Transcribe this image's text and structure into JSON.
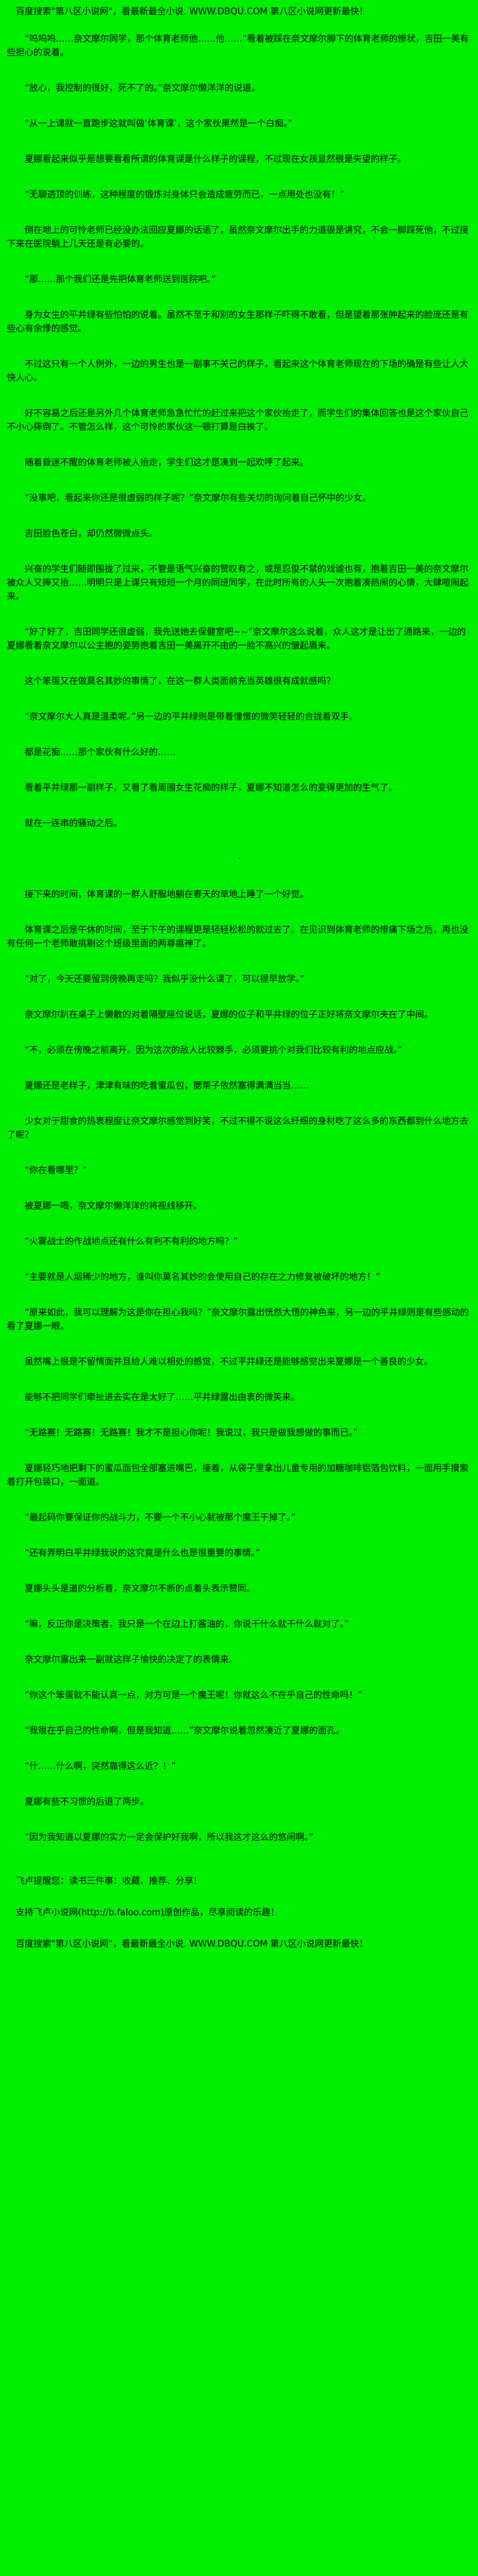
{
  "page": {
    "bg_color": "#00ee00",
    "text_color": "#000000"
  },
  "header": {
    "promo": "百度搜索\"第八区小说网\"，看最新最全小说. WWW.DBQU.COM  第八区小说网更新最快！"
  },
  "content": {
    "paragraphs": [
      "“呜呜呜……奈文摩尔同学，那个体育老师他……他……”看着被踩在奈文摩尔脚下的体育老师的惨状，吉田一美有些担心的说着。",
      "“放心，我控制的很好，死不了的。”奈文摩尔懒洋洋的说道。",
      "“从一上课就一直跑步这就叫做‘体育课’，这个家伙果然是一个白痴。”",
      "夏娜看起来似乎是想要看看所谓的体育课是什么样子的课程，不过现在女孩显然很是失望的样子。",
      "“无聊透顶的训练，这种程度的锻炼对身体只会造成疲劳而已，一点用处也没有！”",
      "倒在地上的可怜老师已经没办法回应夏娜的话语了，虽然奈文摩尔出手的力道很是讲究，不会一脚踩死他，不过接下来在医院躺上几天还是有必要的。",
      "“那……那个我们还是先把体育老师送到医院吧。”",
      "身为女生的平井绿有些怕怕的说着。虽然不至于和别的女生那样子吓得不敢看，但是望着那张肿起来的脸庞还是有些心有余悸的感觉。",
      "不过这只有一个人例外，一边的男生也是一副事不关己的样子，看起来这个体育老师现在的下场的确是有些让人大快人心。",
      "好不容易之后还是另外几个体育老师急急忙忙的赶过来把这个家伙抬走了，而学生们的集体回答也是这个家伙自己不小心摔倒了。不管怎么样，这个可怜的家伙这一顿打算是白挨了。",
      "随着昏迷不醒的体育老师被人抬走，学生们这才是凑到一起欢呼了起来。",
      "“没事吧，看起来你还是很虚弱的样子呢？”奈文摩尔有些关切的询问着自己怀中的少女。",
      "吉田脸色苍白，却仍然微微点头。",
      "兴奋的学生们随即围拢了过来，不管是语气兴奋的赞叹有之，或是忍俊不禁的戏谑也有，抱着吉田一美的奈文摩尔被众人又捧又抬……明明只是上课只有短短一个月的同班同学，在此时所有的人头一次抱着凑热闹的心情，大肆喧闹起来。",
      "“好了好了，吉田同学还很虚弱，我先送她去保健室吧~~”奈文摩尔这么说着，众人这才是让出了通路来，一边的夏娜看着奈文摩尔以公主抱的姿势抱着吉田一美离开不由的一脸不高兴的皱起眉来。",
      "这个笨蛋又在做莫名其妙的事情了，在这一群人类面前充当英雄很有成就感吗？",
      "“奈文摩尔大人真是温柔呢。”另一边的平井绿则是带着憧憬的微笑轻轻的合拢着双手。",
      "都是花痴……那个家伙有什么好的……",
      "看着平井绿那一副样子，又看了看周围女生花痴的样子，夏娜不知道怎么的变得更加的生气了。",
      "就在一连串的骚动之后。",
      {
        "text": "·",
        "center": true
      },
      "接下来的时间，体育课的一群人舒服地躺在春天的草地上睡了一个好觉。",
      "体育课之后是午休的时间，至于下午的课程更是轻轻松松的就过去了。在见识到体育老师的惨痛下场之后，再也没有任何一个老师敢挑剔这个班级里面的两尊瘟神了。",
      "“对了，今天还要留到傍晚再走吗？我似乎没什么课了，可以提早放学。”",
      "奈文摩尔趴在桌子上懒散的对着隔壁座位说话，夏娜的位子和平井绿的位子正好将奈文摩尔夹在了中间。",
      "“不，必须在傍晚之前离开。因为这次的敌人比较棘手，必须要挑个对我们比较有利的地点应战。”",
      "夏娜还是老样子，津津有味的吃着蜜瓜包，腮帮子依然塞得满满当当……",
      "少女对于甜食的热衷程度让奈文摩尔感觉到好笑，不过不得不说这么纤细的身材吃了这么多的东西都到什么地方去了呢？",
      "“你在看哪里？”",
      "被夏娜一喝，奈文摩尔懒洋洋的将视线移开。",
      "“火雾战士的作战地点还有什么有利不有利的地方吗？”",
      "“主要就是人烟稀少的地方，谁叫你莫名其妙的会使用自己的存在之力修复被破坏的地方！”",
      "“原来如此，我可以理解为这是你在担心我吗？”奈文摩尔露出恍然大悟的神色来，另一边的平井绿则是有些感动的看了夏娜一眼。",
      "虽然嘴上很是不留情面并且给人难以相处的感觉，不过平井绿还是能够感觉出来夏娜是一个善良的少女。",
      "能够不把同学们牵扯进去实在是太好了……平井绿露出由衷的微笑来。",
      "“无路赛！无路赛！无路赛！我才不是担心你呢！我说过，我只是做我想做的事而已。”",
      "夏娜轻巧地把剩下的蜜瓜面包全部塞进嘴巴，接着，从袋子里拿出儿童专用的加糖咖啡铝箔包饮料，一面用手摸索着打开包装口，一面道。",
      "“最起码你要保证你的战斗力，不要一个不小心就被那个魔王干掉了。”",
      "“还有弄明白平井绿我说的这究竟是什么也是很重要的事情。”",
      "夏娜头头是道的分析着，奈文摩尔不断的点着头表示赞同。",
      "“嘛，反正你是决策者，我只是一个在边上打酱油的，你说干什么就干什么就对了。”",
      "奈文摩尔露出来一副就这样子愉快的决定了的表情来。",
      "“你这个笨蛋就不能认真一点，对方可是一个魔王呢！你就这么不在乎自己的性命吗！”",
      "“我很在乎自己的性命啊，但是我知道……”奈文摩尔说着忽然凑近了夏娜的面孔。",
      "“什……什么啊，突然靠得这么近？！”",
      "夏娜有些不习惯的后退了两步。",
      "“因为我知道以夏娜的实力一定会保护好我啊，所以我这才这么的悠闲啊。”"
    ]
  },
  "footer": {
    "reminder": "飞卢提醒您：读书三件事：收藏、推荐、分享！",
    "support": "支持飞卢小说网(http://b.faloo.com)原创作品，尽享阅读的乐趣！",
    "promo": "百度搜索\"第八区小说网\"，看最新最全小说. WWW.DBQU.COM  第八区小说网更新最快！"
  }
}
